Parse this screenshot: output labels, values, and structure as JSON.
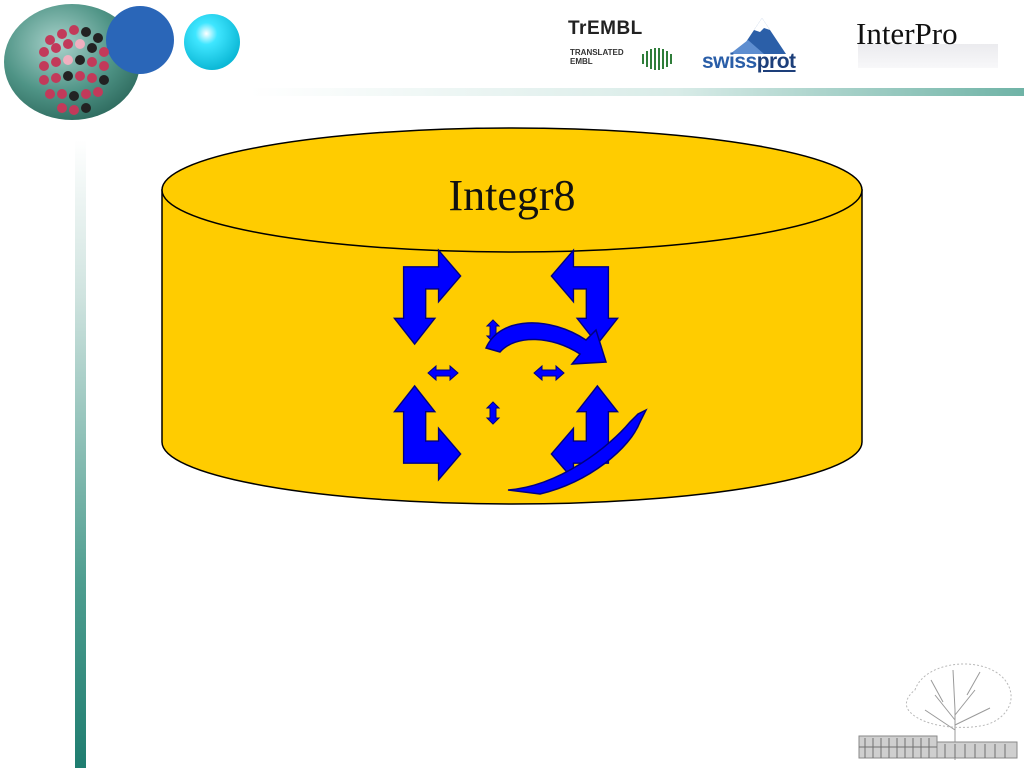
{
  "header": {
    "logos": {
      "trembl": {
        "title": "TrEMBL",
        "subtitle_line1": "TRANSLATED",
        "subtitle_line2": "EMBL"
      },
      "swissprot": {
        "text_main": "swiss",
        "text_accent": "prot"
      },
      "interpro": {
        "text": "InterPro"
      }
    }
  },
  "diagram": {
    "database_label": "Integr8",
    "colors": {
      "cylinder_fill": "#ffcc00",
      "cylinder_stroke": "#000000",
      "arrow_fill": "#0000ff",
      "arrow_stroke": "#000080",
      "accent_circle": "#12d4f0",
      "header_teal": "#4f9e90"
    },
    "icons": [
      "bent-arrow-icon",
      "double-arrow-icon",
      "curved-arrow-icon",
      "tree-building-icon"
    ]
  }
}
